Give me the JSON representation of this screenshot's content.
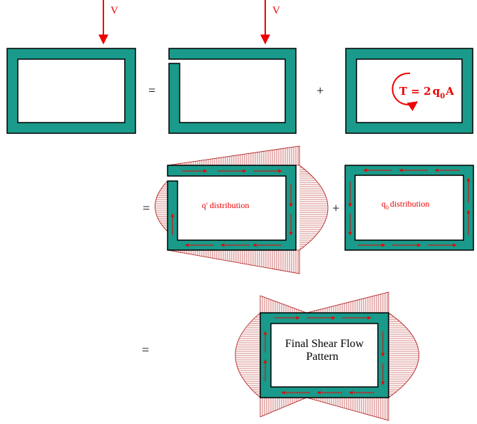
{
  "labels": {
    "load_left": "V",
    "load_mid": "V",
    "eq1": "=",
    "plus1": "+",
    "eq2": "=",
    "plus2": "+",
    "eq3": "=",
    "torque_T": "T = 2",
    "torque_q": "q",
    "torque_sub": "0",
    "torque_A": "A",
    "q_prime_dist": "q' distribution",
    "q0_q": "q",
    "q0_sub": "0",
    "q0_dist": "distribution",
    "final_line1": "Final Shear Flow",
    "final_line2": "Pattern"
  },
  "colors": {
    "wall": "#1a9a8a",
    "outline": "#000000",
    "arrow": "#ee0000",
    "hatch": "#b01010"
  }
}
